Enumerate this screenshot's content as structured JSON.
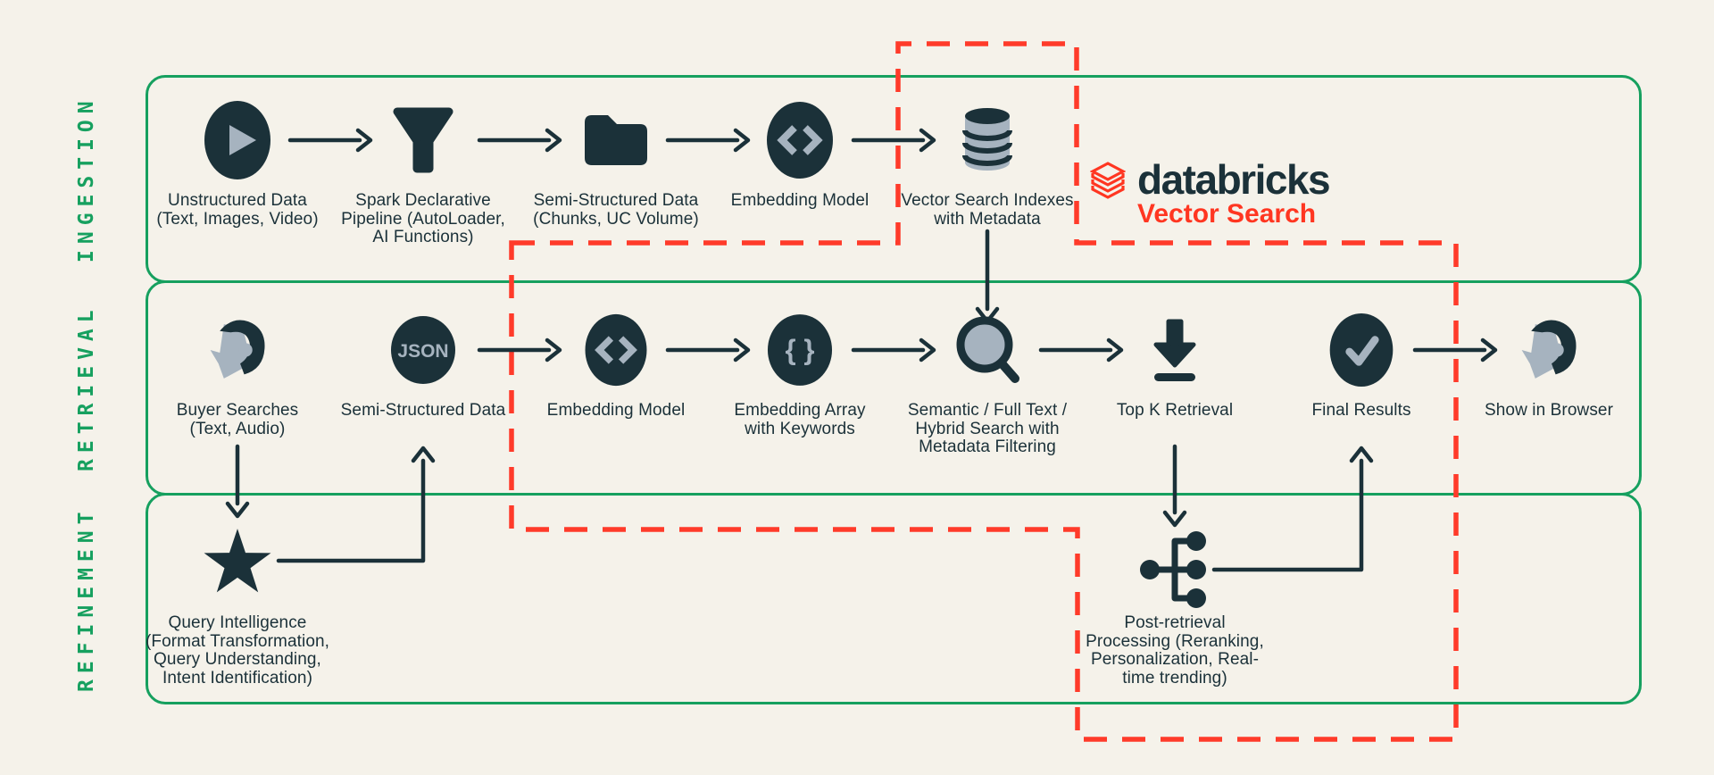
{
  "title": "Databricks Vector Search ecommerce architecture",
  "colors": {
    "background": "#F5F2EA",
    "dark": "#1B3139",
    "gray": "#A6B3BF",
    "lane_green": "#16A05F",
    "boundary_red": "#FF3B2A",
    "logo_red": "#FF3621"
  },
  "lanes": [
    {
      "id": "ingestion",
      "label": "INGESTION"
    },
    {
      "id": "retrieval",
      "label": "RETRIEVAL"
    },
    {
      "id": "refinement",
      "label": "REFINEMENT"
    }
  ],
  "logo": {
    "brand": "databricks",
    "product": "Vector Search"
  },
  "nodes": {
    "ingestion": [
      {
        "icon": "play-icon",
        "lines": [
          "Unstructured Data",
          "(Text, Images, Video)"
        ]
      },
      {
        "icon": "funnel-icon",
        "lines": [
          "Spark Declarative",
          "Pipeline (AutoLoader,",
          "AI Functions)"
        ]
      },
      {
        "icon": "folder-icon",
        "lines": [
          "Semi-Structured Data",
          "(Chunks, UC Volume)"
        ]
      },
      {
        "icon": "code-icon",
        "lines": [
          "Embedding Model"
        ]
      },
      {
        "icon": "database-icon",
        "lines": [
          "Vector Search Indexes",
          "with Metadata"
        ]
      }
    ],
    "retrieval": [
      {
        "icon": "person-icon",
        "lines": [
          "Buyer Searches",
          "(Text, Audio)"
        ]
      },
      {
        "icon": "json-icon",
        "badge": "JSON",
        "lines": [
          "Semi-Structured Data"
        ]
      },
      {
        "icon": "code-icon",
        "lines": [
          "Embedding Model"
        ]
      },
      {
        "icon": "braces-icon",
        "glyph": "{ }",
        "lines": [
          "Embedding Array",
          "with Keywords"
        ]
      },
      {
        "icon": "search-icon",
        "lines": [
          "Semantic / Full Text /",
          "Hybrid Search with",
          "Metadata Filtering"
        ]
      },
      {
        "icon": "download-icon",
        "lines": [
          "Top K Retrieval"
        ]
      },
      {
        "icon": "check-icon",
        "lines": [
          "Final Results"
        ]
      },
      {
        "icon": "person-icon",
        "lines": [
          "Show in Browser"
        ]
      }
    ],
    "refinement": [
      {
        "icon": "star-icon",
        "lines": [
          "Query Intelligence",
          "(Format Transformation,",
          "Query Understanding,",
          "Intent Identification)"
        ]
      },
      {
        "icon": "tree-icon",
        "lines": [
          "Post-retrieval",
          "Processing (Reranking,",
          "Personalization, Real-",
          "time trending)"
        ]
      }
    ]
  }
}
